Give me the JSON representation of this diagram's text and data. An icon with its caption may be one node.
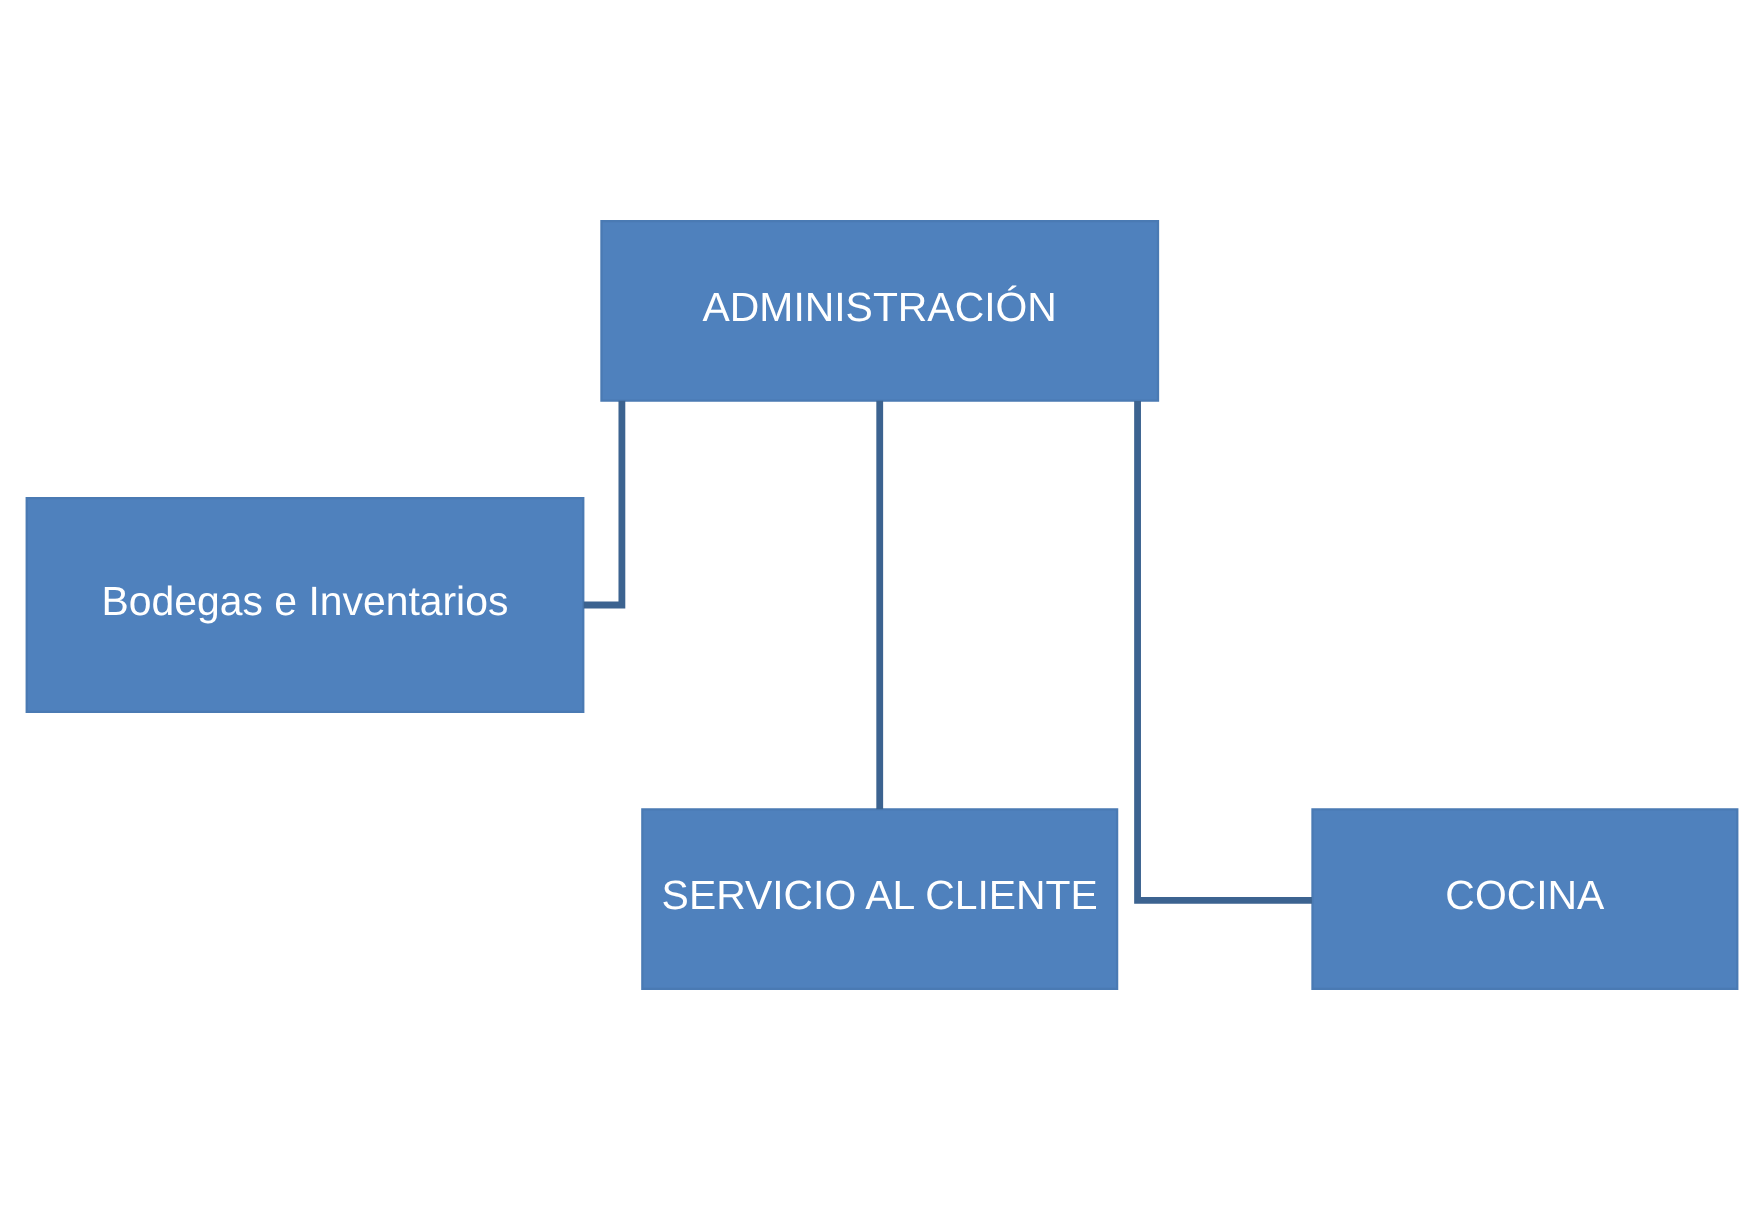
{
  "diagram": {
    "nodes": [
      {
        "text": [
          "ADMINISTRACIÓN"
        ]
      },
      {
        "text": [
          "Bodegas e Inventarios"
        ]
      },
      {
        "text": [
          "SERVICIO AL CLIENTE"
        ]
      },
      {
        "text": [
          "COCINA"
        ]
      }
    ],
    "edges": [
      {
        "from": 0,
        "to": 1,
        "arrow": "none"
      },
      {
        "from": 0,
        "to": 2,
        "arrow": "none"
      },
      {
        "from": 0,
        "to": 3,
        "arrow": "none"
      }
    ]
  }
}
